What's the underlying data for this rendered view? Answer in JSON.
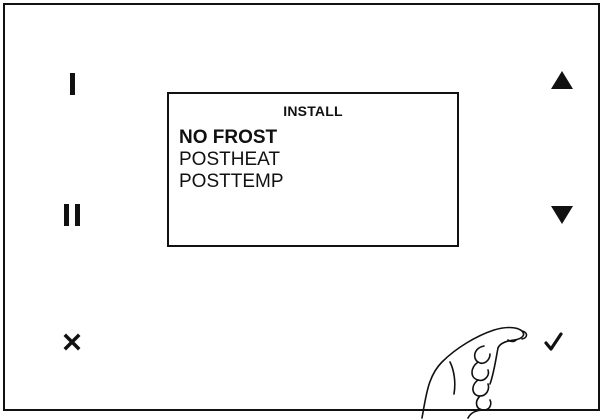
{
  "screen": {
    "title": "INSTALL",
    "items": [
      {
        "label": "NO FROST",
        "selected": true
      },
      {
        "label": "POSTHEAT",
        "selected": false
      },
      {
        "label": "POSTTEMP",
        "selected": false
      }
    ]
  },
  "buttons": {
    "left": [
      {
        "name": "program-1",
        "icon": "roman-one-icon"
      },
      {
        "name": "program-2",
        "icon": "roman-two-icon"
      },
      {
        "name": "cancel",
        "icon": "close-icon"
      }
    ],
    "right": [
      {
        "name": "up",
        "icon": "triangle-up-icon"
      },
      {
        "name": "down",
        "icon": "triangle-down-icon"
      },
      {
        "name": "confirm",
        "icon": "checkmark-icon"
      }
    ]
  },
  "colors": {
    "ink": "#111111",
    "background": "#ffffff"
  }
}
